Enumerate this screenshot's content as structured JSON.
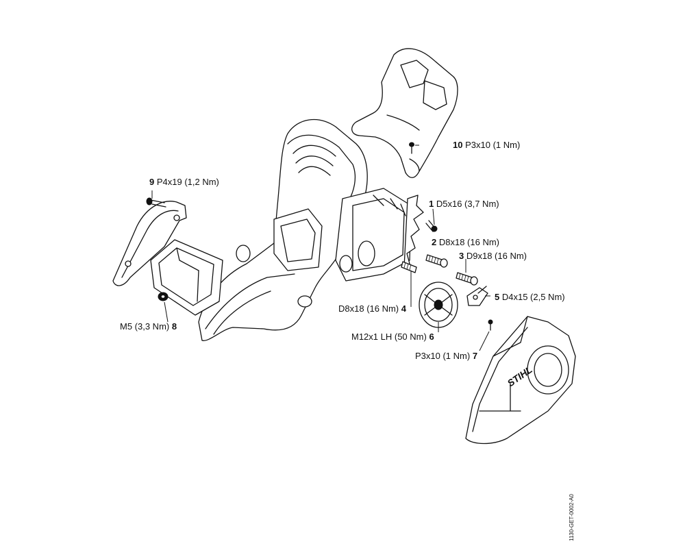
{
  "parts": [
    {
      "number": "1",
      "spec": "D5x16 (3,7 Nm)"
    },
    {
      "number": "2",
      "spec": "D8x18 (16 Nm)"
    },
    {
      "number": "3",
      "spec": "D9x18 (16 Nm)"
    },
    {
      "number": "4",
      "spec": "D8x18 (16 Nm)"
    },
    {
      "number": "5",
      "spec": "D4x15 (2,5 Nm)"
    },
    {
      "number": "6",
      "spec": "M12x1 LH (50 Nm)"
    },
    {
      "number": "7",
      "spec": "P3x10 (1 Nm)"
    },
    {
      "number": "8",
      "spec": "M5 (3,3 Nm)"
    },
    {
      "number": "9",
      "spec": "P4x19 (1,2 Nm)"
    },
    {
      "number": "10",
      "spec": "P3x10 (1 Nm)"
    }
  ],
  "drawing_code": "1130-GET-0002-A0",
  "cover_logo": "STIHL"
}
